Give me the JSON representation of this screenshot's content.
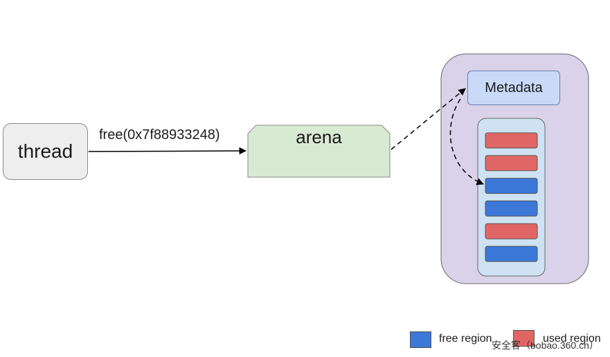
{
  "thread": {
    "label": "thread"
  },
  "call": {
    "label": "free(0x7f88933248)"
  },
  "arena": {
    "label": "arena"
  },
  "metadata": {
    "label": "Metadata"
  },
  "regions": [
    {
      "kind": "used"
    },
    {
      "kind": "used"
    },
    {
      "kind": "free"
    },
    {
      "kind": "free"
    },
    {
      "kind": "used"
    },
    {
      "kind": "free"
    }
  ],
  "legend": {
    "free_label": "free region",
    "used_label": "used region"
  },
  "colors": {
    "free": "#3c78d8",
    "used": "#e06666",
    "arena_fill": "#d9ead3",
    "container_fill": "#d9d2e9",
    "metadata_fill": "#c9daf8",
    "inner_fill": "#cfe2f3",
    "thread_fill": "#eeeeee"
  },
  "watermark": {
    "text": "安全客（bobao.360.cn）"
  }
}
